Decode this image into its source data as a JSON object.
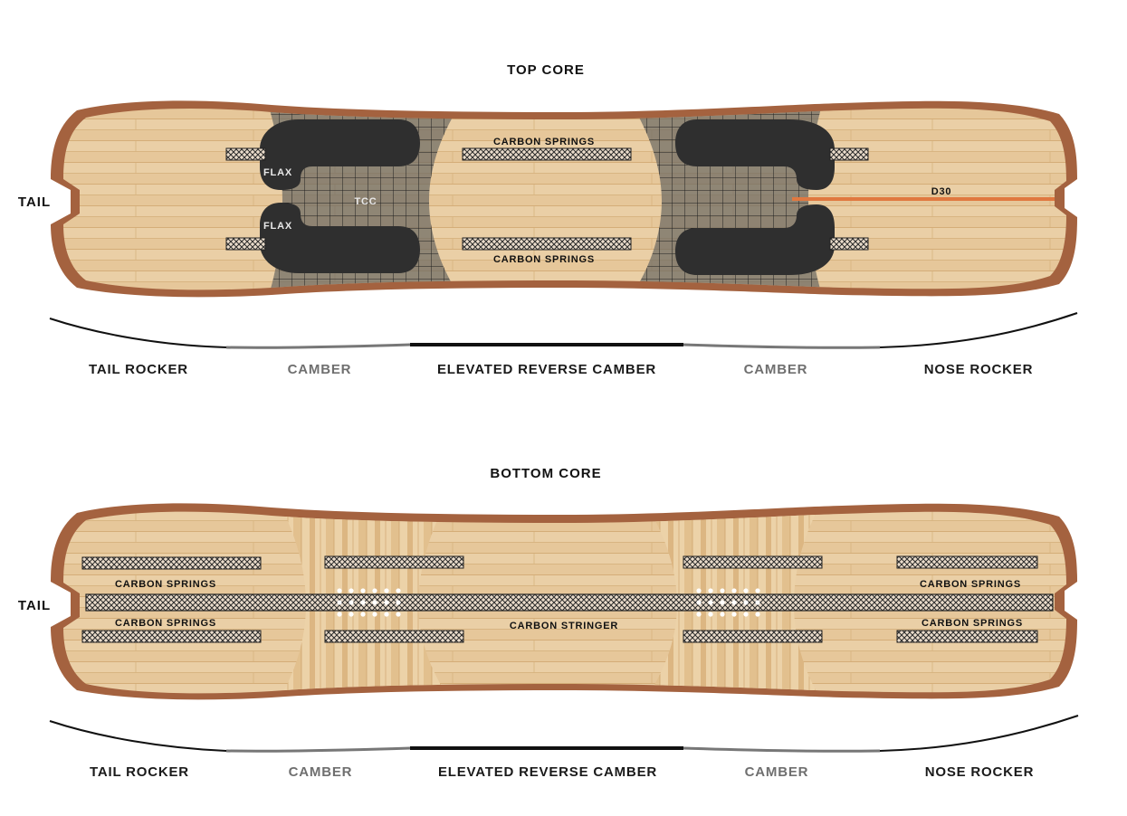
{
  "top_diagram": {
    "title": "TOP CORE",
    "side_label": "TAIL",
    "labels": {
      "carbon_springs_top": "CARBON SPRINGS",
      "carbon_springs_bottom": "CARBON SPRINGS",
      "flax_upper": "FLAX",
      "flax_lower": "FLAX",
      "tcc": "TCC",
      "d30": "D30"
    },
    "profile": [
      "TAIL ROCKER",
      "CAMBER",
      "ELEVATED REVERSE CAMBER",
      "CAMBER",
      "NOSE ROCKER"
    ]
  },
  "bottom_diagram": {
    "title": "BOTTOM CORE",
    "side_label": "TAIL",
    "labels": {
      "carbon_springs_tail_upper": "CARBON SPRINGS",
      "carbon_springs_tail_lower": "CARBON SPRINGS",
      "carbon_springs_nose_upper": "CARBON SPRINGS",
      "carbon_springs_nose_lower": "CARBON SPRINGS",
      "carbon_stringer": "CARBON STRINGER"
    },
    "profile": [
      "TAIL ROCKER",
      "CAMBER",
      "ELEVATED REVERSE CAMBER",
      "CAMBER",
      "NOSE ROCKER"
    ]
  },
  "colors": {
    "edge": "#9a5a3a",
    "wood": "#e8cba0",
    "wood_grain": "#d9b47f",
    "dark_insert": "#2e2e2e",
    "mesh": "#5b5852",
    "d30_stripe": "#e07840"
  }
}
